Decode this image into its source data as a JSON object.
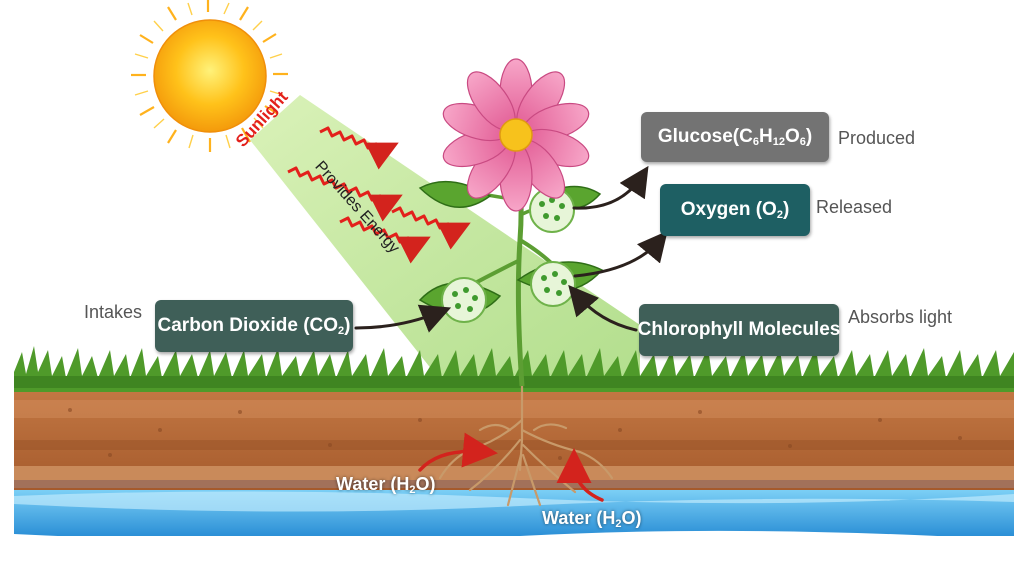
{
  "labels": {
    "sunlight": "Sunlight",
    "provides_energy": "Provides Energy",
    "intakes": "Intakes",
    "produced": "Produced",
    "released": "Released",
    "absorbs_light": "Absorbs light"
  },
  "boxes": {
    "glucose": {
      "main": "Glucose(C",
      "s1": "6",
      "m2": "H",
      "s2": "12",
      "m3": "O",
      "s3": "6",
      "end": ")"
    },
    "oxygen": {
      "main": "Oxygen (O",
      "s1": "2",
      "end": ")"
    },
    "carbon_dioxide": {
      "main": "Carbon Dioxide (CO",
      "s1": "2",
      "end": ")"
    },
    "chlorophyll": {
      "main": "Chlorophyll Molecules"
    }
  },
  "water": {
    "left": {
      "main": "Water (H",
      "s1": "2",
      "end": "O)"
    },
    "right": {
      "main": "Water (H",
      "s1": "2",
      "end": "O)"
    }
  },
  "colors": {
    "gray_box": "#737373",
    "teal_box": "#1e5f63",
    "dark_box": "#3f5f58",
    "sunlight_red": "#e3201b",
    "beam_green": "#b7e08e",
    "soil": "#b3693a",
    "water": "#3aa7e6"
  }
}
